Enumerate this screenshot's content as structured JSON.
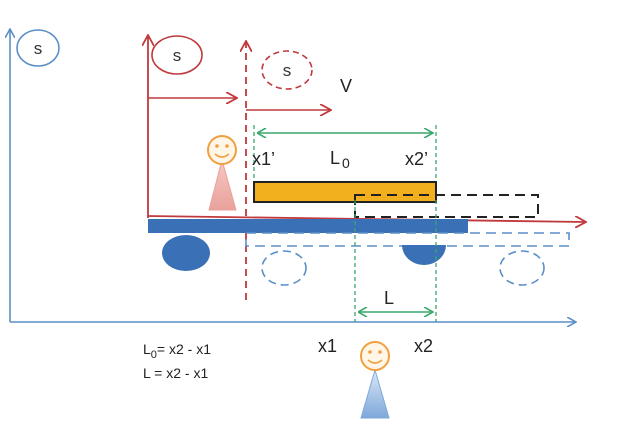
{
  "frames": {
    "ground": {
      "label": "s",
      "color": "#4a7ab0"
    },
    "moving": {
      "label": "s",
      "color": "#c0393c"
    },
    "moving_dashed": {
      "label": "s",
      "color": "#c0393c"
    }
  },
  "velocity_label": "V",
  "proper_length": {
    "text": "L",
    "subscript": "0"
  },
  "moving_points": {
    "x1": "x1’",
    "x2": "x2’"
  },
  "ground_length_label": "L",
  "ground_points": {
    "x1": "x1",
    "x2": "x2"
  },
  "formulas": {
    "proper": {
      "prefix": "L",
      "sub": "0",
      "rest": "= x2 - x1"
    },
    "measured": "L = x2 - x1"
  },
  "colors": {
    "axis_blue": "#5b8fc7",
    "frame_red": "#c0393c",
    "length_green": "#3aa76d",
    "rod_orange": "#f2b01e",
    "platform_blue": "#3a70b5",
    "wheel_blue": "#3a70b5",
    "face_orange": "#f0a040"
  }
}
